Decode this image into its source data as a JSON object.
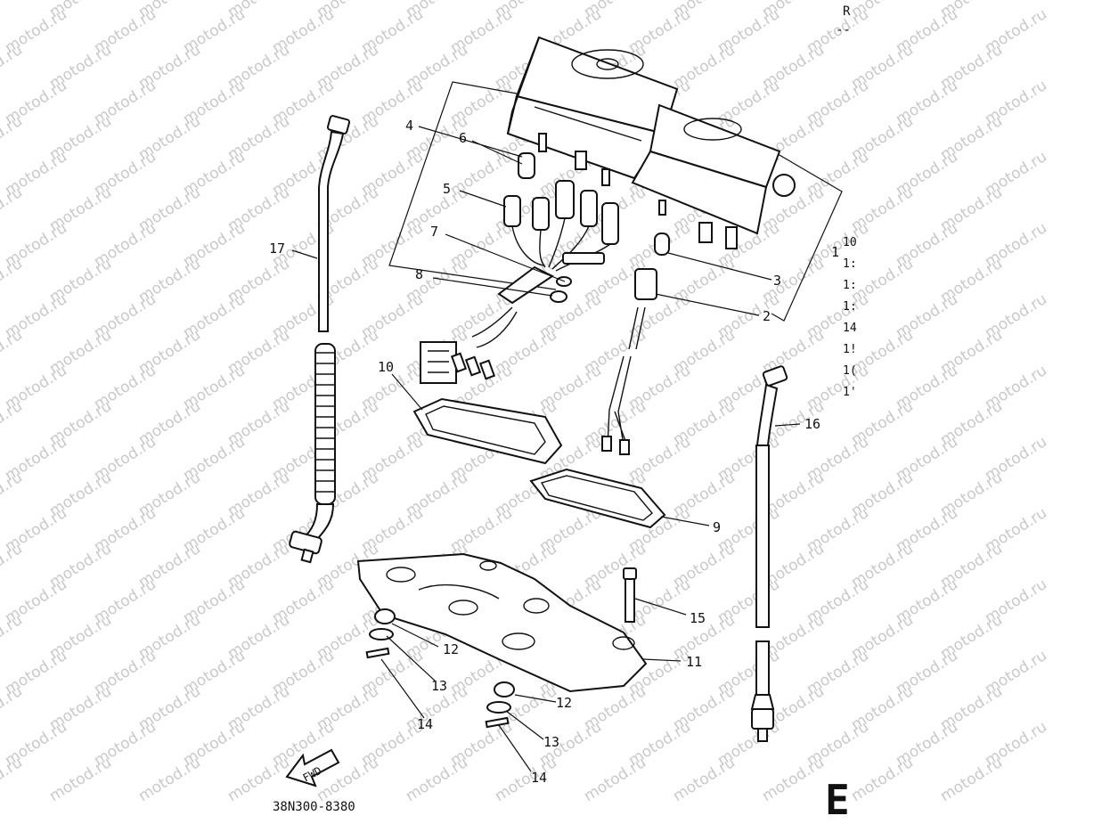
{
  "watermark": "motod.ru",
  "diagram_code": "38N300-8380",
  "fwd_label": "FWD",
  "page_letter": "E",
  "right_edge": {
    "header_char": "R",
    "rule": "--",
    "fragments": [
      "10",
      "1:",
      "1:",
      "1:",
      "14",
      "1!",
      "1(",
      "1'"
    ]
  },
  "callouts": {
    "c1": "1",
    "c2": "2",
    "c3": "3",
    "c4": "4",
    "c5": "5",
    "c6": "6",
    "c7": "7",
    "c8": "8",
    "c9": "9",
    "c10": "10",
    "c11": "11",
    "c12a": "12",
    "c12b": "12",
    "c13a": "13",
    "c13b": "13",
    "c14a": "14",
    "c14b": "14",
    "c15": "15",
    "c16": "16",
    "c17": "17"
  }
}
